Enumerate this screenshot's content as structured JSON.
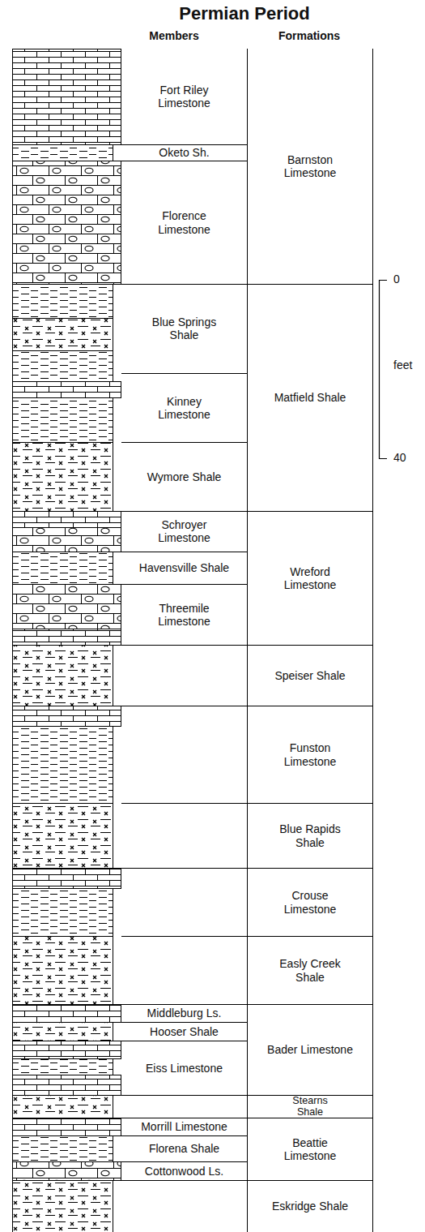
{
  "diagram": {
    "title": "Permian Period",
    "nodes": [
      {
        "text": [
          "Barnston Limestone"
        ]
      },
      {
        "text": [
          "Fort Riley Limestone"
        ],
        "in": 0
      },
      {
        "text": [
          "Oketo Sh."
        ],
        "in": 0
      },
      {
        "text": [
          "Florence Limestone"
        ],
        "in": 0
      },
      {
        "text": [
          "Matfield Shale"
        ]
      },
      {
        "text": [
          "Blue Springs Shale"
        ],
        "in": 4
      },
      {
        "text": [
          "Kinney Limestone"
        ],
        "in": 4
      },
      {
        "text": [
          "Wymore Shale"
        ],
        "in": 4
      },
      {
        "text": [
          "Wreford Limestone"
        ]
      },
      {
        "text": [
          "Schroyer Limestone"
        ],
        "in": 8
      },
      {
        "text": [
          "Havensville Shale"
        ],
        "in": 8
      },
      {
        "text": [
          "Threemile Limestone"
        ],
        "in": 8
      },
      {
        "text": [
          "Speiser Shale"
        ]
      },
      {
        "text": [
          "Funston Limestone"
        ]
      },
      {
        "text": [
          "Blue Rapids Shale"
        ]
      },
      {
        "text": [
          "Crouse Limestone"
        ]
      },
      {
        "text": [
          "Easly Creek Shale"
        ]
      },
      {
        "text": [
          "Bader Limestone"
        ]
      },
      {
        "text": [
          "Middleburg Ls."
        ],
        "in": 17
      },
      {
        "text": [
          "Hooser Shale"
        ],
        "in": 17
      },
      {
        "text": [
          "Eiss Limestone"
        ],
        "in": 17
      },
      {
        "text": [
          "Stearns Shale"
        ]
      },
      {
        "text": [
          "Beattie Limestone"
        ]
      },
      {
        "text": [
          "Morrill Limestone"
        ],
        "in": 22
      },
      {
        "text": [
          "Florena Shale"
        ],
        "in": 22
      },
      {
        "text": [
          "Cottonwood Ls."
        ],
        "in": 22
      },
      {
        "text": [
          "Eskridge Shale"
        ]
      }
    ],
    "labels": [
      "Members",
      "Formations",
      "0",
      "feet",
      "40"
    ]
  }
}
